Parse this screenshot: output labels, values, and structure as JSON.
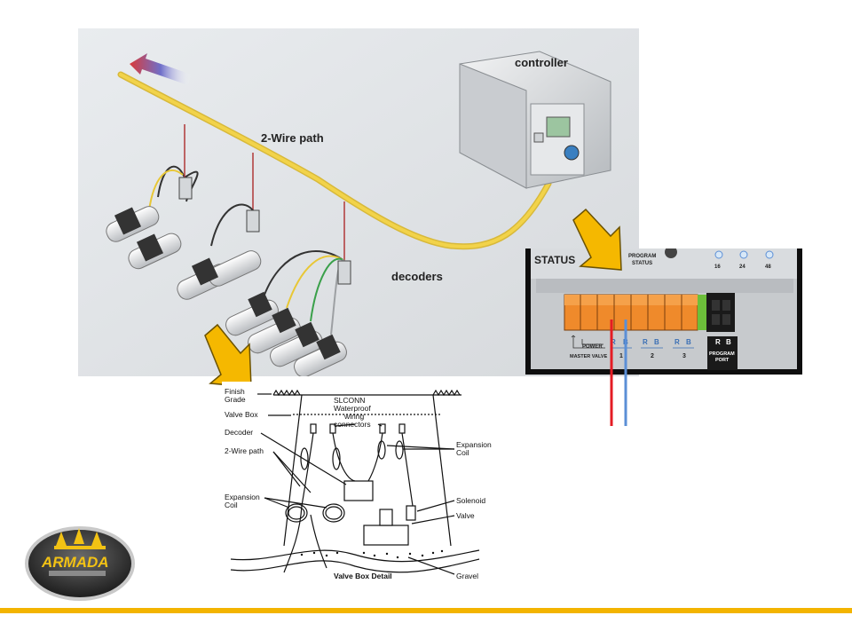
{
  "system_diagram": {
    "labels": {
      "controller": "controller",
      "two_wire_path": "2-Wire path",
      "decoders": "decoders"
    }
  },
  "terminal_panel": {
    "status": "STATUS",
    "program_status": [
      "PROGRAM",
      "STATUS"
    ],
    "led_labels": [
      "16",
      "24",
      "48"
    ],
    "rb_labels": [
      "R",
      "B",
      "R",
      "B",
      "R",
      "B",
      "R",
      "B"
    ],
    "power": "POWER",
    "master_valve": "MASTER VALVE",
    "group_numbers": [
      "1",
      "2",
      "3"
    ],
    "program_port": [
      "PROGRAM",
      "PORT"
    ],
    "wire_colors": {
      "red": "#e41c24",
      "blue": "#5b8fd6"
    }
  },
  "detail_diagram": {
    "finish_grade": [
      "Finish",
      "Grade"
    ],
    "valve_box": "Valve Box",
    "decoder": "Decoder",
    "two_wire_path": "2-Wire path",
    "expansion_coil_left": [
      "Expansion",
      "Coil"
    ],
    "slconn": "SLCONN",
    "waterproof": [
      "Waterproof",
      "wiring",
      "connectors"
    ],
    "expansion_coil_right": [
      "Expansion",
      "Coil"
    ],
    "solenoid": "Solenoid",
    "valve": "Valve",
    "valve_box_detail": "Valve Box Detail",
    "gravel": "Gravel"
  },
  "logo": {
    "text": "ARMADA"
  },
  "colors": {
    "accent_yellow": "#f3b400",
    "arrow_yellow": "#f5b800",
    "wire_yellow": "#f2d34a"
  }
}
